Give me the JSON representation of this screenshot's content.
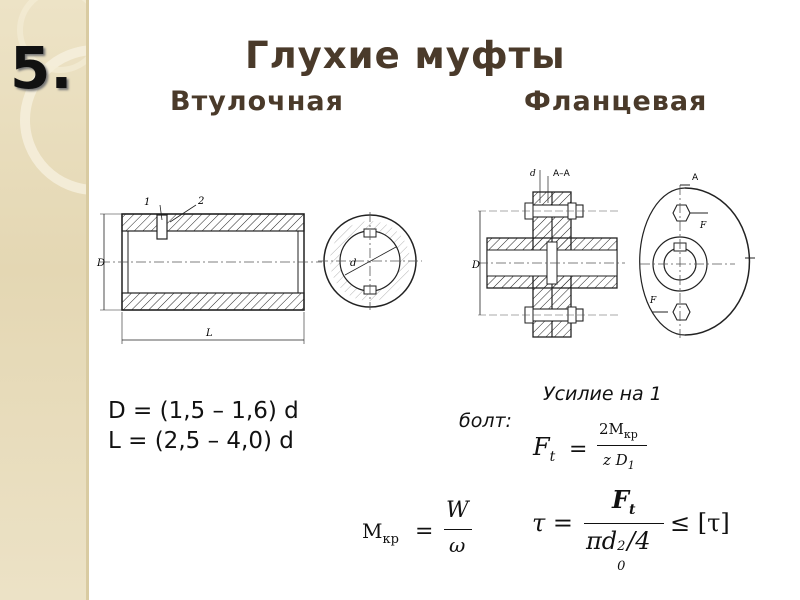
{
  "slide": {
    "number": "5.",
    "title": "Глухие муфты",
    "subtitle_left": "Втулочная",
    "subtitle_right": "Фланцевая"
  },
  "drawing_labels": {
    "label_1": "1",
    "label_2": "2",
    "D": "D",
    "L": "L",
    "d": "d",
    "d1": "d",
    "section": "A–A",
    "D1": "D",
    "A_top": "A",
    "A_right": "A",
    "Ft_top": "F",
    "Ft_bottom": "F"
  },
  "formulas": {
    "D_formula": "D = (1,5 – 1,6) d",
    "L_formula": "L = (2,5 – 4,0) d",
    "force_caption_1": "Усилие на 1",
    "force_caption_2": "болт:",
    "Ft_lhs": "F",
    "Ft_sub": "t",
    "Ft_num": "2M",
    "Ft_num_sub": "кр",
    "Ft_den": "z D",
    "Ft_den_sub": "1",
    "M_lhs": "M",
    "M_sub": "кр",
    "M_num": "W",
    "M_den": "ω",
    "tau_lhs": "τ =",
    "tau_num": "F",
    "tau_num_sub": "t",
    "tau_den": "πd",
    "tau_den_sup": "2",
    "tau_den_sub": "0",
    "tau_den_tail": "/4",
    "tau_rhs": "≤ [τ]"
  }
}
